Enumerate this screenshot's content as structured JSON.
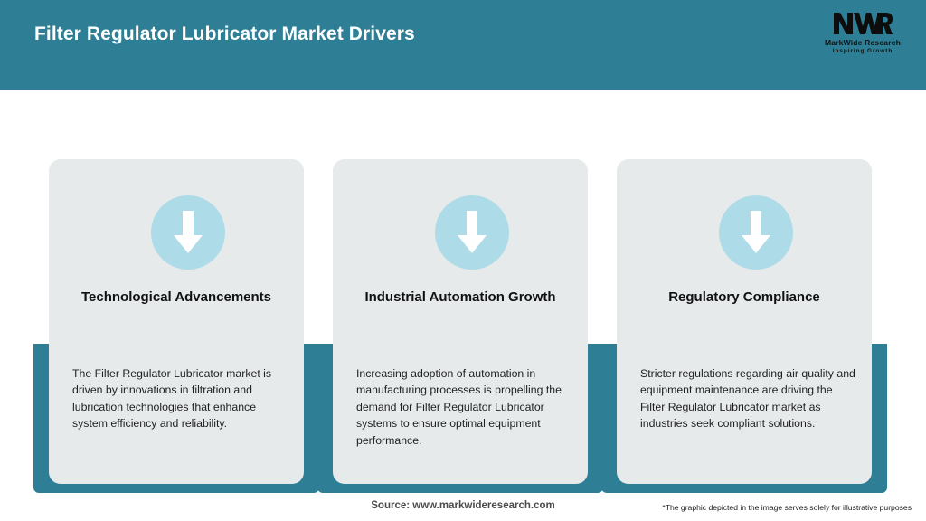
{
  "header": {
    "title": "Filter Regulator Lubricator Market Drivers",
    "background_color": "#2e7f95",
    "title_color": "#ffffff"
  },
  "logo": {
    "mark": "MWR",
    "name": "MarkWide Research",
    "tagline": "Inspiring Growth"
  },
  "theme": {
    "accent_teal": "#2e7f95",
    "card_background": "#e6eaeb",
    "circle_blue": "#addbe8",
    "arrow_color": "#ffffff",
    "page_background": "#ffffff"
  },
  "cards": [
    {
      "icon": "down-arrow-icon",
      "title": "Technological Advancements",
      "body": "The Filter Regulator Lubricator market is driven by innovations in filtration and lubrication technologies that enhance system efficiency and reliability."
    },
    {
      "icon": "down-arrow-icon",
      "title": "Industrial Automation Growth",
      "body": "Increasing adoption of automation in manufacturing processes is propelling the demand for Filter Regulator Lubricator systems to ensure optimal equipment performance."
    },
    {
      "icon": "down-arrow-icon",
      "title": "Regulatory Compliance",
      "body": "Stricter regulations regarding air quality and equipment maintenance are driving the Filter Regulator Lubricator market as industries seek compliant solutions."
    }
  ],
  "footer": {
    "source": "Source: www.markwideresearch.com",
    "disclaimer": "*The graphic depicted in the image serves solely for illustrative purposes"
  }
}
